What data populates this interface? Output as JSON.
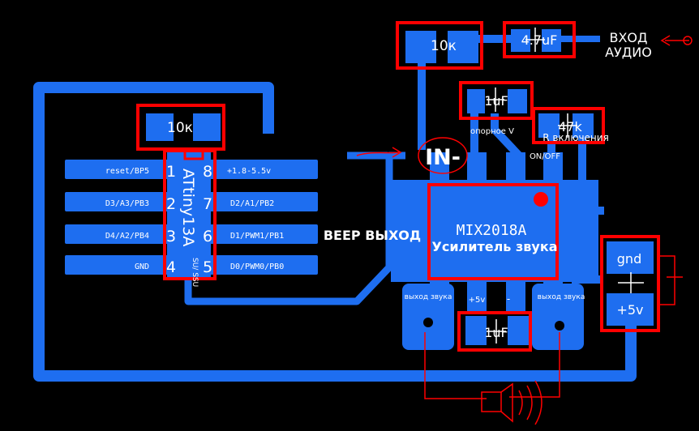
{
  "colors": {
    "background": "#000000",
    "trace": "#1e6ef0",
    "outline": "#ff0000",
    "text": "#ffffff"
  },
  "components": {
    "r_top": "10к",
    "cap_input": "4.7uF",
    "cap_ref": "1uF",
    "r_enable": "47k",
    "r_mcu": "10к",
    "cap_power": "1uF"
  },
  "labels": {
    "audio_in_1": "ВХОД",
    "audio_in_2": "АУДИО",
    "opornoe": "опорное V",
    "r_vkl": "R включения",
    "on_off": "ON/OFF",
    "in_minus": "IN-",
    "beep_out": "BEEP ВЫХОД",
    "amp_name": "MIX2018A",
    "amp_desc": "Усилитель звука",
    "out_left": "выход звука",
    "out_right": "выход звука",
    "plus5_small": "+5v",
    "minus_small": "-",
    "gnd": "gnd",
    "plus5_big": "+5v"
  },
  "mcu": {
    "name": "ATtiny13A",
    "sub": "SU/ SSU",
    "pins_left": [
      {
        "num": "1",
        "label": "reset/BP5"
      },
      {
        "num": "2",
        "label": "D3/A3/PB3"
      },
      {
        "num": "3",
        "label": "D4/A2/PB4"
      },
      {
        "num": "4",
        "label": "GND"
      }
    ],
    "pins_right": [
      {
        "num": "8",
        "label": "+1.8-5.5v"
      },
      {
        "num": "7",
        "label": "D2/A1/PB2"
      },
      {
        "num": "6",
        "label": "D1/PWM1/PB1"
      },
      {
        "num": "5",
        "label": "D0/PWM0/PB0"
      }
    ]
  }
}
